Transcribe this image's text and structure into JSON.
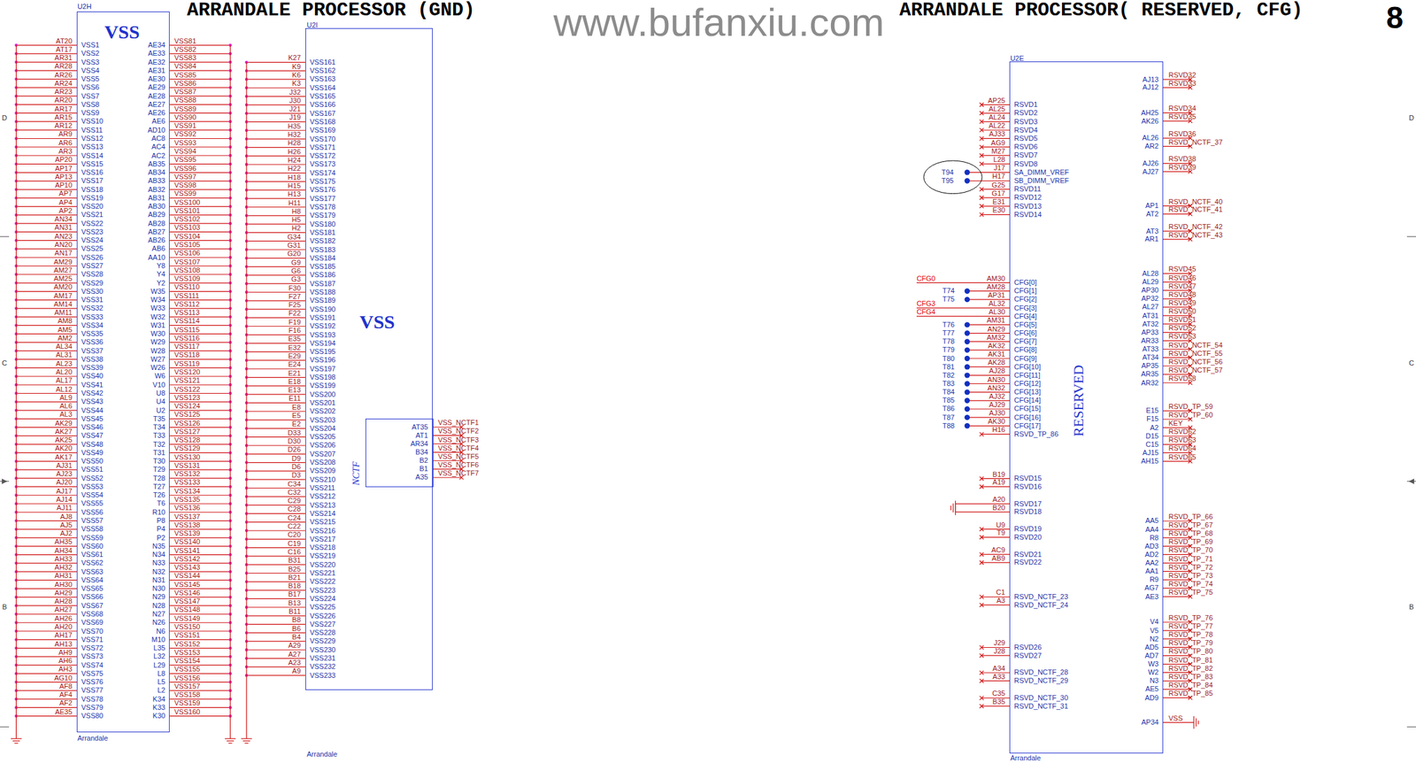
{
  "diagram": {
    "nodes": [
      {
        "text": [
          "U2H",
          "VSS",
          "Arrandale"
        ]
      },
      {
        "text": [
          "U2I",
          "VSS",
          "Arrandale"
        ]
      },
      {
        "text": [
          "NCTF"
        ],
        "in": 1
      },
      {
        "text": [
          "U2E",
          "RESERVED",
          "Arrandale"
        ]
      },
      {
        "text": [
          "T94",
          "T95"
        ]
      }
    ],
    "labels": [
      "ARRANDALE PROCESSOR (GND)",
      "www.bufanxiu.com",
      "ARRANDALE PROCESSOR( RESERVED, CFG)",
      "8",
      "D",
      "D",
      "C",
      "C",
      "B",
      "B",
      "AT20",
      "VSS1",
      "AT17",
      "VSS2",
      "AR31",
      "VSS3",
      "AR28",
      "VSS4",
      "AR26",
      "VSS5",
      "AR24",
      "VSS6",
      "AR23",
      "VSS7",
      "AR20",
      "VSS8",
      "AR17",
      "VSS9",
      "AR15",
      "VSS10",
      "AR12",
      "VSS11",
      "AR9",
      "VSS12",
      "AR6",
      "VSS13",
      "AR3",
      "VSS14",
      "AP20",
      "VSS15",
      "AP17",
      "VSS16",
      "AP13",
      "VSS17",
      "AP10",
      "VSS18",
      "AP7",
      "VSS19",
      "AP4",
      "VSS20",
      "AP2",
      "VSS21",
      "AN34",
      "VSS22",
      "AN31",
      "VSS23",
      "AN23",
      "VSS24",
      "AN20",
      "VSS25",
      "AN17",
      "VSS26",
      "AM29",
      "VSS27",
      "AM27",
      "VSS28",
      "AM25",
      "VSS29",
      "AM20",
      "VSS30",
      "AM17",
      "VSS31",
      "AM14",
      "VSS32",
      "AM11",
      "VSS33",
      "AM8",
      "VSS34",
      "AM5",
      "VSS35",
      "AM2",
      "VSS36",
      "AL34",
      "VSS37",
      "AL31",
      "VSS38",
      "AL23",
      "VSS39",
      "AL20",
      "VSS40",
      "AL17",
      "VSS41",
      "AL12",
      "VSS42",
      "AL9",
      "VSS43",
      "AL6",
      "VSS44",
      "AL3",
      "VSS45",
      "AK29",
      "VSS46",
      "AK27",
      "VSS47",
      "AK25",
      "VSS48",
      "AK20",
      "VSS49",
      "AK17",
      "VSS50",
      "AJ31",
      "VSS51",
      "AJ23",
      "VSS52",
      "AJ20",
      "VSS53",
      "AJ17",
      "VSS54",
      "AJ14",
      "VSS55",
      "AJ11",
      "VSS56",
      "AJ8",
      "VSS57",
      "AJ5",
      "VSS58",
      "AJ2",
      "VSS59",
      "AH35",
      "VSS60",
      "AH34",
      "VSS61",
      "AH33",
      "VSS62",
      "AH32",
      "VSS63",
      "AH31",
      "VSS64",
      "AH30",
      "VSS65",
      "AH29",
      "VSS66",
      "AH28",
      "VSS67",
      "AH27",
      "VSS68",
      "AH26",
      "VSS69",
      "AH20",
      "VSS70",
      "AH17",
      "VSS71",
      "AH13",
      "VSS72",
      "AH9",
      "VSS73",
      "AH6",
      "VSS74",
      "AH3",
      "VSS75",
      "AG10",
      "VSS76",
      "AF8",
      "VSS77",
      "AF4",
      "VSS78",
      "AF2",
      "VSS79",
      "AE35",
      "VSS80",
      "AE34",
      "VSS81",
      "AE33",
      "VSS82",
      "AE32",
      "VSS83",
      "AE31",
      "VSS84",
      "AE30",
      "VSS85",
      "AE29",
      "VSS86",
      "AE28",
      "VSS87",
      "AE27",
      "VSS88",
      "AE26",
      "VSS89",
      "AE6",
      "VSS90",
      "AD10",
      "VSS91",
      "AC8",
      "VSS92",
      "AC4",
      "VSS93",
      "AC2",
      "VSS94",
      "AB35",
      "VSS95",
      "AB34",
      "VSS96",
      "AB33",
      "VSS97",
      "AB32",
      "VSS98",
      "AB31",
      "VSS99",
      "AB30",
      "VSS100",
      "AB29",
      "VSS101",
      "AB28",
      "VSS102",
      "AB27",
      "VSS103",
      "AB26",
      "VSS104",
      "AB6",
      "VSS105",
      "AA10",
      "VSS106",
      "Y8",
      "VSS107",
      "Y4",
      "VSS108",
      "Y2",
      "VSS109",
      "W35",
      "VSS110",
      "W34",
      "VSS111",
      "W33",
      "VSS112",
      "W32",
      "VSS113",
      "W31",
      "VSS114",
      "W30",
      "VSS115",
      "W29",
      "VSS116",
      "W28",
      "VSS117",
      "W27",
      "VSS118",
      "W26",
      "VSS119",
      "W6",
      "VSS120",
      "V10",
      "VSS121",
      "U8",
      "VSS122",
      "U4",
      "VSS123",
      "U2",
      "VSS124",
      "T35",
      "VSS125",
      "T34",
      "VSS126",
      "T33",
      "VSS127",
      "T32",
      "VSS128",
      "T31",
      "VSS129",
      "T30",
      "VSS130",
      "T29",
      "VSS131",
      "T28",
      "VSS132",
      "T27",
      "VSS133",
      "T26",
      "VSS134",
      "T6",
      "VSS135",
      "R10",
      "VSS136",
      "P8",
      "VSS137",
      "P4",
      "VSS138",
      "P2",
      "VSS139",
      "N35",
      "VSS140",
      "N34",
      "VSS141",
      "N33",
      "VSS142",
      "N32",
      "VSS143",
      "N31",
      "VSS144",
      "N30",
      "VSS145",
      "N29",
      "VSS146",
      "N28",
      "VSS147",
      "N27",
      "VSS148",
      "N26",
      "VSS149",
      "N6",
      "VSS150",
      "M10",
      "VSS151",
      "L35",
      "VSS152",
      "L32",
      "VSS153",
      "L29",
      "VSS154",
      "L8",
      "VSS155",
      "L5",
      "VSS156",
      "L2",
      "VSS157",
      "K34",
      "VSS158",
      "K33",
      "VSS159",
      "K30",
      "VSS160",
      "K27",
      "VSS161",
      "K9",
      "VSS162",
      "K6",
      "VSS163",
      "K3",
      "VSS164",
      "J32",
      "VSS165",
      "J30",
      "VSS166",
      "J21",
      "VSS167",
      "J19",
      "VSS168",
      "H35",
      "VSS169",
      "H32",
      "VSS170",
      "H28",
      "VSS171",
      "H26",
      "VSS172",
      "H24",
      "VSS173",
      "H22",
      "VSS174",
      "H18",
      "VSS175",
      "H15",
      "VSS176",
      "H13",
      "VSS177",
      "H11",
      "VSS178",
      "H8",
      "VSS179",
      "H5",
      "VSS180",
      "H2",
      "VSS181",
      "G34",
      "VSS182",
      "G31",
      "VSS183",
      "G20",
      "VSS184",
      "G9",
      "VSS185",
      "G6",
      "VSS186",
      "G3",
      "VSS187",
      "F30",
      "VSS188",
      "F27",
      "VSS189",
      "F25",
      "VSS190",
      "F22",
      "VSS191",
      "F19",
      "VSS192",
      "F16",
      "VSS193",
      "E35",
      "VSS194",
      "E32",
      "VSS195",
      "E29",
      "VSS196",
      "E24",
      "VSS197",
      "E21",
      "VSS198",
      "E18",
      "VSS199",
      "E13",
      "VSS200",
      "E11",
      "VSS201",
      "E8",
      "VSS202",
      "E5",
      "VSS203",
      "E2",
      "VSS204",
      "D33",
      "VSS205",
      "D30",
      "VSS206",
      "D26",
      "VSS207",
      "D9",
      "VSS208",
      "D6",
      "VSS209",
      "D3",
      "VSS210",
      "C34",
      "VSS211",
      "C32",
      "VSS212",
      "C29",
      "VSS213",
      "C28",
      "VSS214",
      "C24",
      "VSS215",
      "C22",
      "VSS216",
      "C20",
      "VSS217",
      "C19",
      "VSS218",
      "C16",
      "VSS219",
      "B31",
      "VSS220",
      "B25",
      "VSS221",
      "B21",
      "VSS222",
      "B18",
      "VSS223",
      "B17",
      "VSS224",
      "B13",
      "VSS225",
      "B11",
      "VSS226",
      "B8",
      "VSS227",
      "B6",
      "VSS228",
      "B4",
      "VSS229",
      "A29",
      "VSS230",
      "A27",
      "VSS231",
      "A23",
      "VSS232",
      "A9",
      "VSS233",
      "AT35",
      "VSS_NCTF1",
      "AT1",
      "VSS_NCTF2",
      "AR34",
      "VSS_NCTF3",
      "B34",
      "VSS_NCTF4",
      "B2",
      "VSS_NCTF5",
      "B1",
      "VSS_NCTF6",
      "A35",
      "VSS_NCTF7",
      "AP25",
      "RSVD1",
      "AL25",
      "RSVD2",
      "AL24",
      "RSVD3",
      "AL22",
      "RSVD4",
      "AJ33",
      "RSVD5",
      "AG9",
      "RSVD6",
      "M27",
      "RSVD7",
      "L28",
      "RSVD8",
      "J17",
      "SA_DIMM_VREF",
      "H17",
      "SB_DIMM_VREF",
      "G25",
      "RSVD11",
      "G17",
      "RSVD12",
      "E31",
      "RSVD13",
      "E30",
      "RSVD14",
      "AM30",
      "CFG[0]",
      "AM28",
      "CFG[1]",
      "AP31",
      "CFG[2]",
      "AL32",
      "CFG[3]",
      "AL30",
      "CFG[4]",
      "AM31",
      "CFG[5]",
      "AN29",
      "CFG[6]",
      "AM32",
      "CFG[7]",
      "AK32",
      "CFG[8]",
      "AK31",
      "CFG[9]",
      "AK28",
      "CFG[10]",
      "AJ28",
      "CFG[11]",
      "AN30",
      "CFG[12]",
      "AN32",
      "CFG[13]",
      "AJ32",
      "CFG[14]",
      "AJ29",
      "CFG[15]",
      "AJ30",
      "CFG[16]",
      "AK30",
      "CFG[17]",
      "H16",
      "RSVD_TP_86",
      "B19",
      "RSVD15",
      "A19",
      "RSVD16",
      "A20",
      "RSVD17",
      "B20",
      "RSVD18",
      "U9",
      "RSVD19",
      "T9",
      "RSVD20",
      "AC9",
      "RSVD21",
      "AB9",
      "RSVD22",
      "C1",
      "RSVD_NCTF_23",
      "A3",
      "RSVD_NCTF_24",
      "J29",
      "RSVD26",
      "J28",
      "RSVD27",
      "A34",
      "RSVD_NCTF_28",
      "A33",
      "RSVD_NCTF_29",
      "C35",
      "RSVD_NCTF_30",
      "B35",
      "RSVD_NCTF_31",
      "AJ13",
      "RSVD32",
      "AJ12",
      "RSVD33",
      "AH25",
      "RSVD34",
      "AK26",
      "RSVD35",
      "AL26",
      "RSVD36",
      "AR2",
      "RSVD_NCTF_37",
      "AJ26",
      "RSVD38",
      "AJ27",
      "RSVD39",
      "AP1",
      "RSVD_NCTF_40",
      "AT2",
      "RSVD_NCTF_41",
      "AT3",
      "RSVD_NCTF_42",
      "AR1",
      "RSVD_NCTF_43",
      "AL28",
      "RSVD45",
      "AL29",
      "RSVD46",
      "AP30",
      "RSVD47",
      "AP32",
      "RSVD48",
      "AL27",
      "RSVD49",
      "AT31",
      "RSVD50",
      "AT32",
      "RSVD51",
      "AP33",
      "RSVD52",
      "AR33",
      "RSVD53",
      "AT33",
      "RSVD_NCTF_54",
      "AT34",
      "RSVD_NCTF_55",
      "AP35",
      "RSVD_NCTF_56",
      "AR35",
      "RSVD_NCTF_57",
      "AR32",
      "RSVD58",
      "E15",
      "RSVD_TP_59",
      "F15",
      "RSVD_TP_60",
      "A2",
      "KEY",
      "D15",
      "RSVD62",
      "C15",
      "RSVD63",
      "AJ15",
      "RSVD64",
      "AH15",
      "RSVD65",
      "AA5",
      "RSVD_TP_66",
      "AA4",
      "RSVD_TP_67",
      "R8",
      "RSVD_TP_68",
      "AD3",
      "RSVD_TP_69",
      "AD2",
      "RSVD_TP_70",
      "AA2",
      "RSVD_TP_71",
      "AA1",
      "RSVD_TP_72",
      "R9",
      "RSVD_TP_73",
      "AG7",
      "RSVD_TP_74",
      "AE3",
      "RSVD_TP_75",
      "V4",
      "RSVD_TP_76",
      "V5",
      "RSVD_TP_77",
      "N2",
      "RSVD_TP_78",
      "AD5",
      "RSVD_TP_79",
      "AD7",
      "RSVD_TP_80",
      "W3",
      "RSVD_TP_81",
      "W2",
      "RSVD_TP_82",
      "N3",
      "RSVD_TP_83",
      "AE5",
      "RSVD_TP_84",
      "AD9",
      "RSVD_TP_85",
      "AP34",
      "VSS",
      "CFG0",
      "CFG3",
      "CFG4",
      "T74",
      "T75",
      "T76",
      "T77",
      "T78",
      "T79",
      "T80",
      "T81",
      "T82",
      "T83",
      "T84",
      "T85",
      "T86",
      "T87",
      "T88"
    ]
  }
}
